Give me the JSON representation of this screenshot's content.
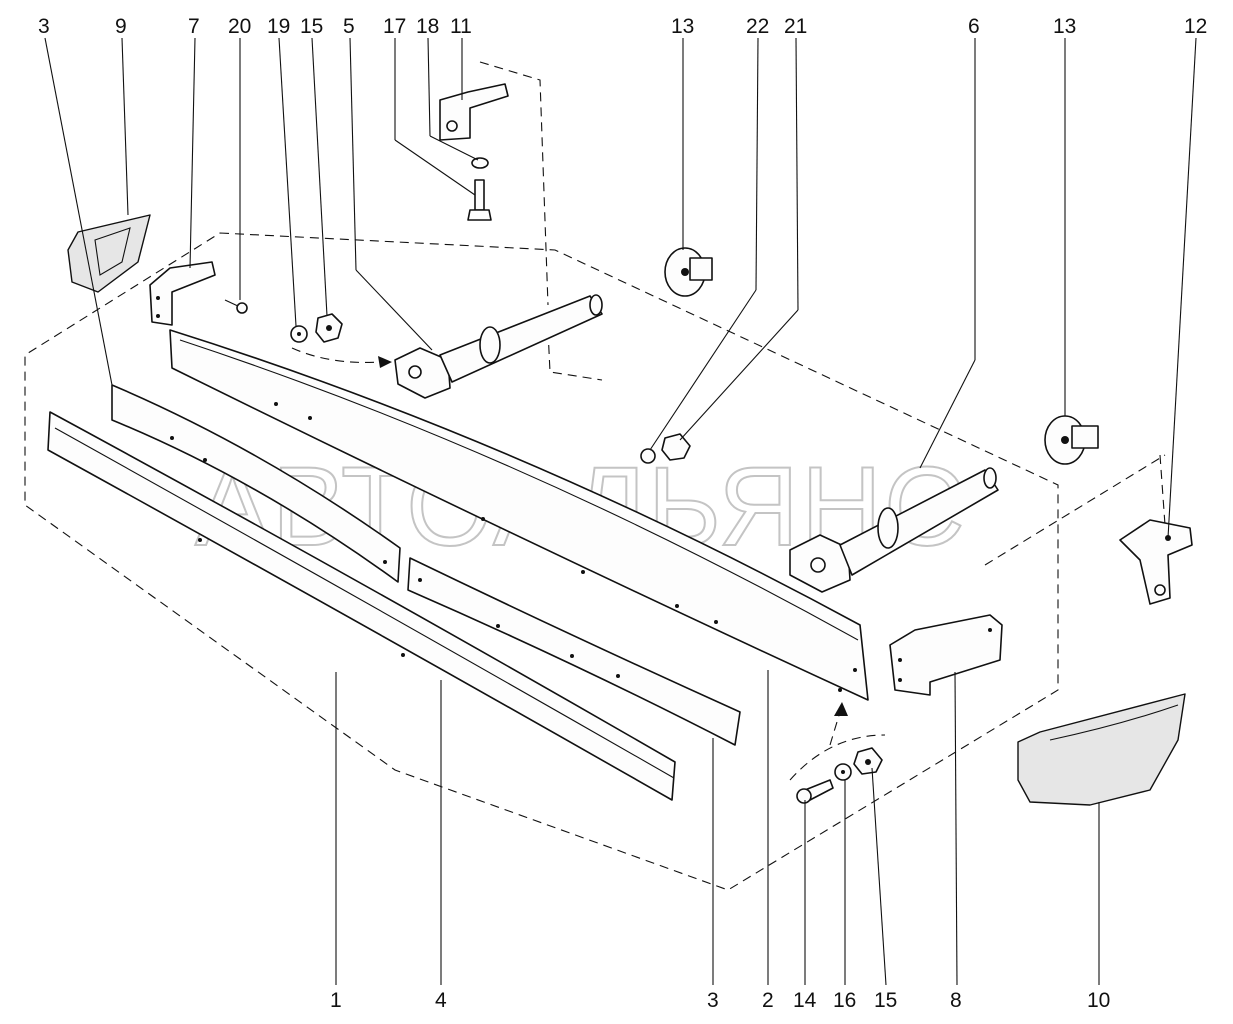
{
  "watermark": "АВТОАЛЬЯНС",
  "callouts": [
    {
      "id": "c-3-top",
      "text": "3"
    },
    {
      "id": "c-9",
      "text": "9"
    },
    {
      "id": "c-7",
      "text": "7"
    },
    {
      "id": "c-20",
      "text": "20"
    },
    {
      "id": "c-19",
      "text": "19"
    },
    {
      "id": "c-15-top",
      "text": "15"
    },
    {
      "id": "c-5",
      "text": "5"
    },
    {
      "id": "c-17",
      "text": "17"
    },
    {
      "id": "c-18",
      "text": "18"
    },
    {
      "id": "c-11",
      "text": "11"
    },
    {
      "id": "c-13-left",
      "text": "13"
    },
    {
      "id": "c-22",
      "text": "22"
    },
    {
      "id": "c-21",
      "text": "21"
    },
    {
      "id": "c-6",
      "text": "6"
    },
    {
      "id": "c-13-right",
      "text": "13"
    },
    {
      "id": "c-12",
      "text": "12"
    },
    {
      "id": "c-1",
      "text": "1"
    },
    {
      "id": "c-4",
      "text": "4"
    },
    {
      "id": "c-3-bottom",
      "text": "3"
    },
    {
      "id": "c-2",
      "text": "2"
    },
    {
      "id": "c-14",
      "text": "14"
    },
    {
      "id": "c-16",
      "text": "16"
    },
    {
      "id": "c-15-bottom",
      "text": "15"
    },
    {
      "id": "c-8",
      "text": "8"
    },
    {
      "id": "c-10",
      "text": "10"
    }
  ]
}
